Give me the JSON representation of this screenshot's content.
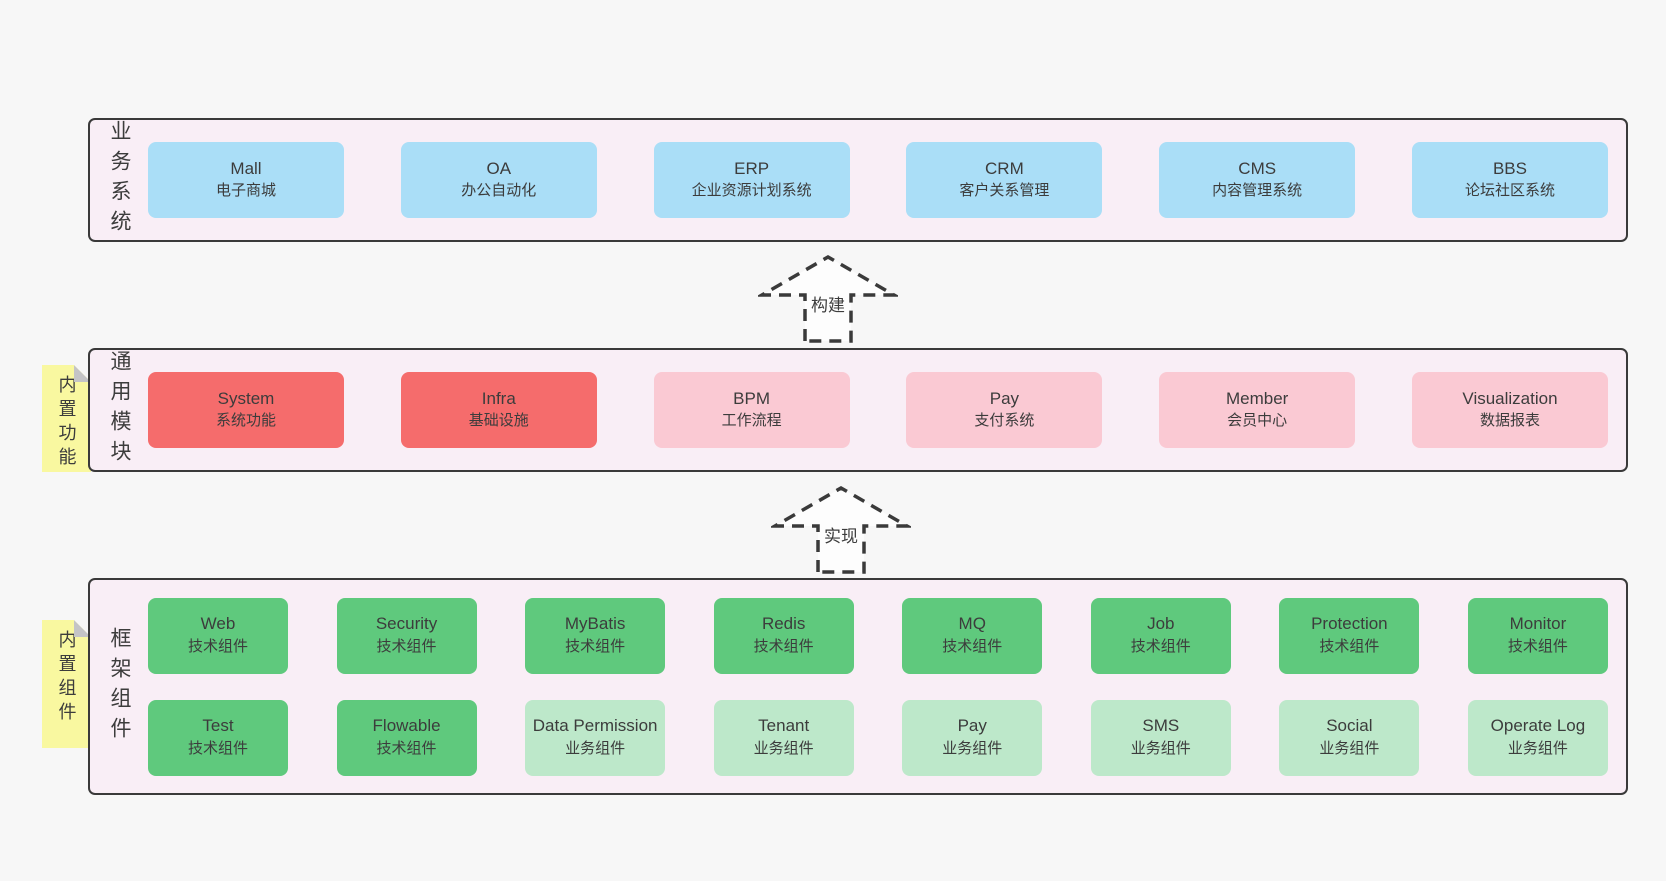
{
  "colors": {
    "page-bg": "#f7f7f7",
    "band-bg": "#f9eef6",
    "band-border": "#3a3a3a",
    "node-blue": "#aadef7",
    "node-red": "#f56c6c",
    "node-pink": "#fac9d3",
    "node-green": "#5fc97d",
    "node-green-light": "#bde8ca",
    "sticky-yellow": "#f9f8a0",
    "sticky-fold": "#c4c4c6",
    "text": "#3c3c3c",
    "arrow": "#3a3a3a",
    "arrow-fill": "#fdfdfd"
  },
  "arrows": [
    {
      "label": "构建"
    },
    {
      "label": "实现"
    }
  ],
  "bands": [
    {
      "key": "business",
      "side_label": "业务系统",
      "sticky": null,
      "rows": [
        [
          {
            "title": "Mall",
            "subtitle": "电子商城",
            "variant": "blue"
          },
          {
            "title": "OA",
            "subtitle": "办公自动化",
            "variant": "blue"
          },
          {
            "title": "ERP",
            "subtitle": "企业资源计划系统",
            "variant": "blue"
          },
          {
            "title": "CRM",
            "subtitle": "客户关系管理",
            "variant": "blue"
          },
          {
            "title": "CMS",
            "subtitle": "内容管理系统",
            "variant": "blue"
          },
          {
            "title": "BBS",
            "subtitle": "论坛社区系统",
            "variant": "blue"
          }
        ]
      ]
    },
    {
      "key": "modules",
      "side_label": "通用模块",
      "sticky": "内置功能",
      "rows": [
        [
          {
            "title": "System",
            "subtitle": "系统功能",
            "variant": "red"
          },
          {
            "title": "Infra",
            "subtitle": "基础设施",
            "variant": "red"
          },
          {
            "title": "BPM",
            "subtitle": "工作流程",
            "variant": "pink"
          },
          {
            "title": "Pay",
            "subtitle": "支付系统",
            "variant": "pink"
          },
          {
            "title": "Member",
            "subtitle": "会员中心",
            "variant": "pink"
          },
          {
            "title": "Visualization",
            "subtitle": "数据报表",
            "variant": "pink"
          }
        ]
      ]
    },
    {
      "key": "framework",
      "side_label": "框架组件",
      "sticky": "内置组件",
      "rows": [
        [
          {
            "title": "Web",
            "subtitle": "技术组件",
            "variant": "green"
          },
          {
            "title": "Security",
            "subtitle": "技术组件",
            "variant": "green"
          },
          {
            "title": "MyBatis",
            "subtitle": "技术组件",
            "variant": "green"
          },
          {
            "title": "Redis",
            "subtitle": "技术组件",
            "variant": "green"
          },
          {
            "title": "MQ",
            "subtitle": "技术组件",
            "variant": "green"
          },
          {
            "title": "Job",
            "subtitle": "技术组件",
            "variant": "green"
          },
          {
            "title": "Protection",
            "subtitle": "技术组件",
            "variant": "green"
          },
          {
            "title": "Monitor",
            "subtitle": "技术组件",
            "variant": "green"
          }
        ],
        [
          {
            "title": "Test",
            "subtitle": "技术组件",
            "variant": "green"
          },
          {
            "title": "Flowable",
            "subtitle": "技术组件",
            "variant": "green"
          },
          {
            "title": "Data Permission",
            "subtitle": "业务组件",
            "variant": "green-light"
          },
          {
            "title": "Tenant",
            "subtitle": "业务组件",
            "variant": "green-light"
          },
          {
            "title": "Pay",
            "subtitle": "业务组件",
            "variant": "green-light"
          },
          {
            "title": "SMS",
            "subtitle": "业务组件",
            "variant": "green-light"
          },
          {
            "title": "Social",
            "subtitle": "业务组件",
            "variant": "green-light"
          },
          {
            "title": "Operate Log",
            "subtitle": "业务组件",
            "variant": "green-light"
          }
        ]
      ]
    }
  ]
}
